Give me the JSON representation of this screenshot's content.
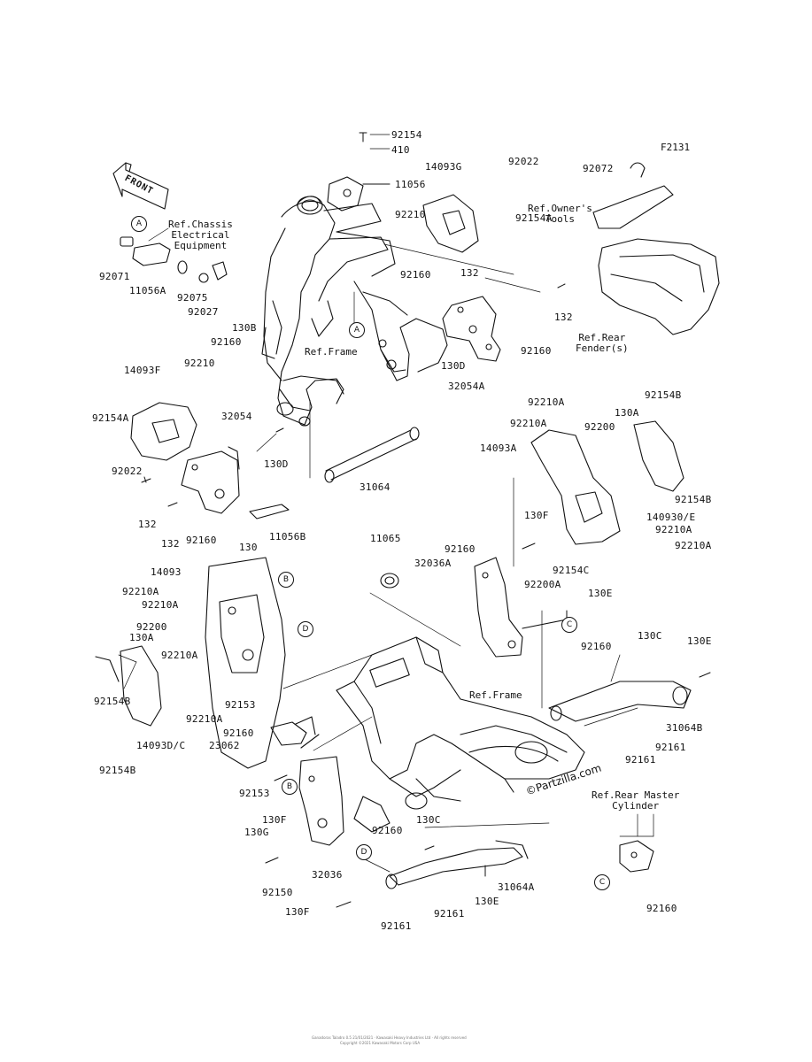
{
  "figure_code": "F2131",
  "front_label": "FRONT",
  "watermark": "©Partzilla.com",
  "footer_line1": "Ganadoras Taladro 0.5 21/01/2021 · Kawasaki Heavy Industries Ltd · All rights reserved",
  "footer_line2": "Copyright ©2021 Kawasaki Motors Corp USA",
  "refs": {
    "chassis_electrical": "Ref.Chassis\nElectrical\nEquipment",
    "frame_top": "Ref.Frame",
    "frame_bottom": "Ref.Frame",
    "owners_tools": "Ref.Owner's\nTools",
    "rear_fender": "Ref.Rear\nFender(s)",
    "rear_master": "Ref.Rear Master\nCylinder"
  },
  "callouts": [
    "A",
    "A",
    "B",
    "B",
    "C",
    "C",
    "D",
    "D"
  ],
  "labels": [
    "92154",
    "410",
    "11056",
    "14093G",
    "92022",
    "92210",
    "92154A",
    "92071",
    "11056A",
    "92075",
    "92027",
    "130B",
    "92160",
    "92160",
    "132",
    "132",
    "92160",
    "130D",
    "32054A",
    "92072",
    "14093F",
    "92210",
    "92154A",
    "32054",
    "130D",
    "92022",
    "132",
    "132",
    "92160",
    "130",
    "11056B",
    "31064",
    "92210A",
    "92154B",
    "92210A",
    "130A",
    "92200",
    "14093A",
    "130F",
    "92154B",
    "140930/E",
    "92210A",
    "92210A",
    "11065",
    "92160",
    "32036A",
    "92154C",
    "92200A",
    "130E",
    "92160",
    "130C",
    "130E",
    "14093",
    "92210A",
    "92210A",
    "92200",
    "130A",
    "92210A",
    "92154B",
    "92210A",
    "14093D/C",
    "92154B",
    "92153",
    "92160",
    "23062",
    "92153",
    "31064B",
    "92161",
    "92161",
    "130F",
    "130G",
    "92160",
    "130C",
    "32036",
    "92150",
    "130F",
    "92161",
    "92161",
    "130E",
    "31064A",
    "92160"
  ]
}
